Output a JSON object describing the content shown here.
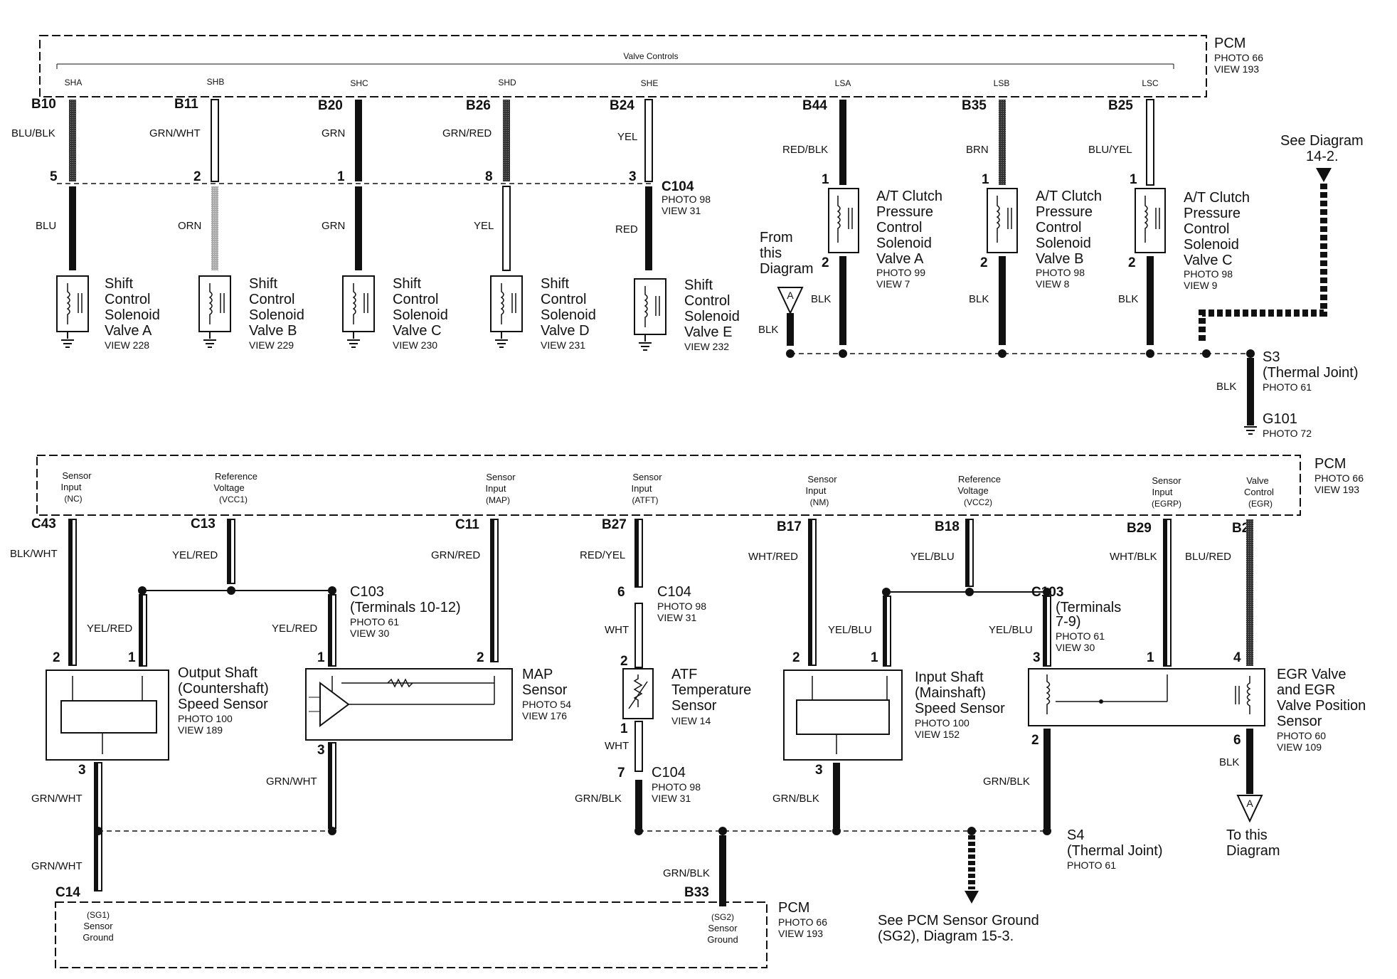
{
  "pcm_top": {
    "title": "PCM",
    "photo": "PHOTO 66",
    "view": "VIEW 193",
    "valve_controls": "Valve Controls"
  },
  "upper_circuits": [
    {
      "signal": "SHA",
      "pin": "B10",
      "wire_pcm": "BLU/BLK",
      "c104": "5",
      "wire_dev": "BLU",
      "name": [
        "Shift",
        "Control",
        "Solenoid",
        "Valve A"
      ],
      "view": "VIEW 228"
    },
    {
      "signal": "SHB",
      "pin": "B11",
      "wire_pcm": "GRN/WHT",
      "c104": "2",
      "wire_dev": "ORN",
      "name": [
        "Shift",
        "Control",
        "Solenoid",
        "Valve B"
      ],
      "view": "VIEW 229"
    },
    {
      "signal": "SHC",
      "pin": "B20",
      "wire_pcm": "GRN",
      "c104": "1",
      "wire_dev": "GRN",
      "name": [
        "Shift",
        "Control",
        "Solenoid",
        "Valve C"
      ],
      "view": "VIEW 230"
    },
    {
      "signal": "SHD",
      "pin": "B26",
      "wire_pcm": "GRN/RED",
      "c104": "8",
      "wire_dev": "YEL",
      "name": [
        "Shift",
        "Control",
        "Solenoid",
        "Valve D"
      ],
      "view": "VIEW 231"
    },
    {
      "signal": "SHE",
      "pin": "B24",
      "wire_pcm": "YEL",
      "c104": "3",
      "wire_dev": "RED",
      "name": [
        "Shift",
        "Control",
        "Solenoid",
        "Valve E"
      ],
      "view": "VIEW 232"
    }
  ],
  "c104_top": {
    "name": "C104",
    "photo": "PHOTO 98",
    "view": "VIEW 31"
  },
  "lsa_circuits": [
    {
      "signal": "LSA",
      "pin": "B44",
      "wire_pcm": "RED/BLK",
      "wire_gnd": "BLK",
      "name": [
        "A/T Clutch",
        "Pressure",
        "Control",
        "Solenoid",
        "Valve A"
      ],
      "photo": "PHOTO 99",
      "view": "VIEW 7"
    },
    {
      "signal": "LSB",
      "pin": "B35",
      "wire_pcm": "BRN",
      "wire_gnd": "BLK",
      "name": [
        "A/T Clutch",
        "Pressure",
        "Control",
        "Solenoid",
        "Valve B"
      ],
      "photo": "PHOTO 98",
      "view": "VIEW 8"
    },
    {
      "signal": "LSC",
      "pin": "B25",
      "wire_pcm": "BLU/YEL",
      "wire_gnd": "BLK",
      "name": [
        "A/T Clutch",
        "Pressure",
        "Control",
        "Solenoid",
        "Valve C"
      ],
      "photo": "PHOTO 98",
      "view": "VIEW 9"
    }
  ],
  "pin_one": "1",
  "pin_two": "2",
  "from_diagram": {
    "lines": [
      "From",
      "this",
      "Diagram"
    ],
    "letter": "A",
    "wire": "BLK"
  },
  "see_diagram": {
    "lines": [
      "See Diagram",
      "14-2."
    ]
  },
  "s3": {
    "name": "S3",
    "desc": "(Thermal Joint)",
    "photo": "PHOTO 61",
    "wire": "BLK"
  },
  "g101": {
    "name": "G101",
    "photo": "PHOTO 72"
  },
  "pcm_mid": {
    "title": "PCM",
    "photo": "PHOTO 66",
    "view": "VIEW 193"
  },
  "pcm_terms": [
    {
      "l1": "Sensor",
      "l2": "Input",
      "l3": "(NC)"
    },
    {
      "l1": "Reference",
      "l2": "Voltage",
      "l3": "(VCC1)"
    },
    {
      "l1": "Sensor",
      "l2": "Input",
      "l3": "(MAP)"
    },
    {
      "l1": "Sensor",
      "l2": "Input",
      "l3": "(ATFT)"
    },
    {
      "l1": "Sensor",
      "l2": "Input",
      "l3": "(NM)"
    },
    {
      "l1": "Reference",
      "l2": "Voltage",
      "l3": "(VCC2)"
    },
    {
      "l1": "Sensor",
      "l2": "Input",
      "l3": "(EGRP)"
    },
    {
      "l1": "Valve",
      "l2": "Control",
      "l3": "(EGR)"
    }
  ],
  "lower_pins": [
    "C43",
    "C13",
    "C11",
    "B27",
    "B17",
    "B18",
    "B29",
    "B2"
  ],
  "lower_wires": {
    "c43": "BLK/WHT",
    "c13": "YEL/RED",
    "c11": "GRN/RED",
    "b27": "RED/YEL",
    "b17": "WHT/RED",
    "b18": "YEL/BLU",
    "b29": "WHT/BLK",
    "b2": "BLU/RED",
    "yelred": "YEL/RED",
    "yelblu": "YEL/BLU",
    "grnwht": "GRN/WHT",
    "wht": "WHT",
    "grnblk": "GRN/BLK",
    "blk": "BLK"
  },
  "c103_a": {
    "name": "C103",
    "terms": "(Terminals 10-12)",
    "photo": "PHOTO 61",
    "view": "VIEW 30"
  },
  "c103_b": {
    "name": "C103",
    "terms1": "(Terminals",
    "terms2": "7-9)",
    "photo": "PHOTO 61",
    "view": "VIEW 30"
  },
  "c104_mid": {
    "name": "C104",
    "photo": "PHOTO 98",
    "view": "VIEW 31"
  },
  "c104_low": {
    "name": "C104",
    "photo": "PHOTO 98",
    "view": "VIEW 31"
  },
  "output_sensor": {
    "lines": [
      "Output Shaft",
      "(Countershaft)",
      "Speed Sensor"
    ],
    "photo": "PHOTO 100",
    "view": "VIEW 189"
  },
  "map_sensor": {
    "lines": [
      "MAP",
      "Sensor"
    ],
    "photo": "PHOTO 54",
    "view": "VIEW 176"
  },
  "atf_sensor": {
    "lines": [
      "ATF",
      "Temperature",
      "Sensor"
    ],
    "view": "VIEW 14"
  },
  "input_sensor": {
    "lines": [
      "Input Shaft",
      "(Mainshaft)",
      "Speed Sensor"
    ],
    "photo": "PHOTO 100",
    "view": "VIEW 152"
  },
  "egr_valve": {
    "lines": [
      "EGR Valve",
      "and EGR",
      "Valve Position",
      "Sensor"
    ],
    "photo": "PHOTO 60",
    "view": "VIEW 109"
  },
  "term_nums": {
    "n1": "1",
    "n2": "2",
    "n3": "3",
    "n4": "4",
    "n6": "6",
    "n7": "7"
  },
  "to_diagram": {
    "lines": [
      "To this",
      "Diagram"
    ],
    "letter": "A"
  },
  "s4": {
    "name": "S4",
    "desc": "(Thermal Joint)",
    "photo": "PHOTO 61"
  },
  "see_sg2": {
    "l1": "See PCM Sensor Ground",
    "l2": "(SG2), Diagram 15-3."
  },
  "pcm_bottom": {
    "title": "PCM",
    "photo": "PHOTO 66",
    "view": "VIEW 193",
    "c14": "C14",
    "b33": "B33",
    "sg1": {
      "l1": "(SG1)",
      "l2": "Sensor",
      "l3": "Ground"
    },
    "sg2": {
      "l1": "(SG2)",
      "l2": "Sensor",
      "l3": "Ground"
    }
  }
}
